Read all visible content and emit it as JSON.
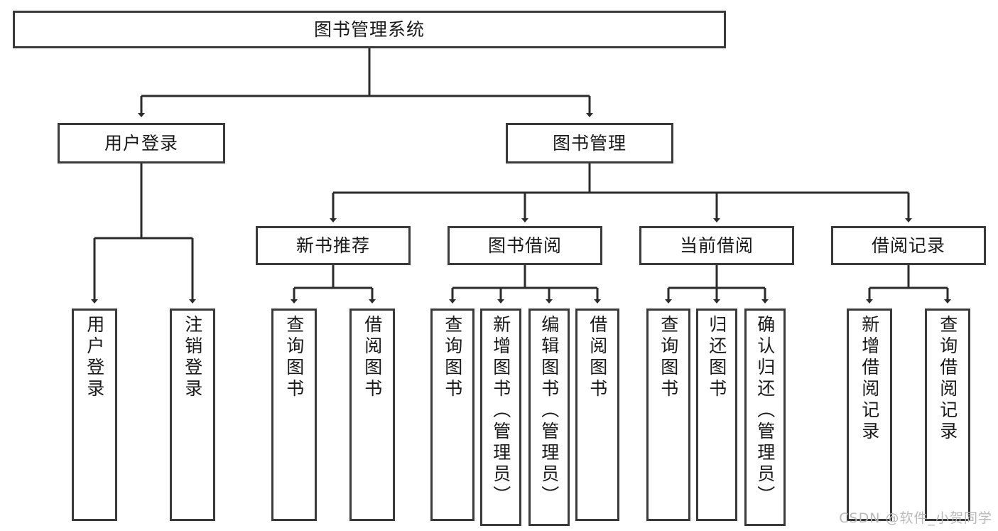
{
  "diagram": {
    "title_node": {
      "label": "图书管理系统"
    },
    "level1": [
      {
        "id": "user-login",
        "label": "用户登录"
      },
      {
        "id": "book-manage",
        "label": "图书管理"
      }
    ],
    "level2": [
      {
        "id": "new-book-recommend",
        "label": "新书推荐"
      },
      {
        "id": "book-borrow",
        "label": "图书借阅"
      },
      {
        "id": "current-borrow",
        "label": "当前借阅"
      },
      {
        "id": "borrow-record",
        "label": "借阅记录"
      }
    ],
    "leaves": [
      {
        "id": "leaf-user-login",
        "label": "用户登录"
      },
      {
        "id": "leaf-logout-login",
        "label": "注销登录"
      },
      {
        "id": "leaf-query-book-1",
        "label": "查询图书"
      },
      {
        "id": "leaf-borrow-book-1",
        "label": "借阅图书"
      },
      {
        "id": "leaf-query-book-2",
        "label": "查询图书"
      },
      {
        "id": "leaf-add-book",
        "label": "新增图书（管理员）"
      },
      {
        "id": "leaf-edit-book",
        "label": "编辑图书（管理员）"
      },
      {
        "id": "leaf-borrow-book-2",
        "label": "借阅图书"
      },
      {
        "id": "leaf-query-book-3",
        "label": "查询图书"
      },
      {
        "id": "leaf-return-book",
        "label": "归还图书"
      },
      {
        "id": "leaf-confirm-return",
        "label": "确认归还（管理员）"
      },
      {
        "id": "leaf-add-record",
        "label": "新增借阅记录"
      },
      {
        "id": "leaf-query-record",
        "label": "查询借阅记录"
      }
    ],
    "colors": {
      "border": "#3a3a3a",
      "background": "#ffffff",
      "text": "#1a1a1a",
      "edge": "#2b2b2b",
      "watermark": "#b9b9b9"
    }
  },
  "watermark": {
    "text": "CSDN @软件_小贺同学"
  }
}
